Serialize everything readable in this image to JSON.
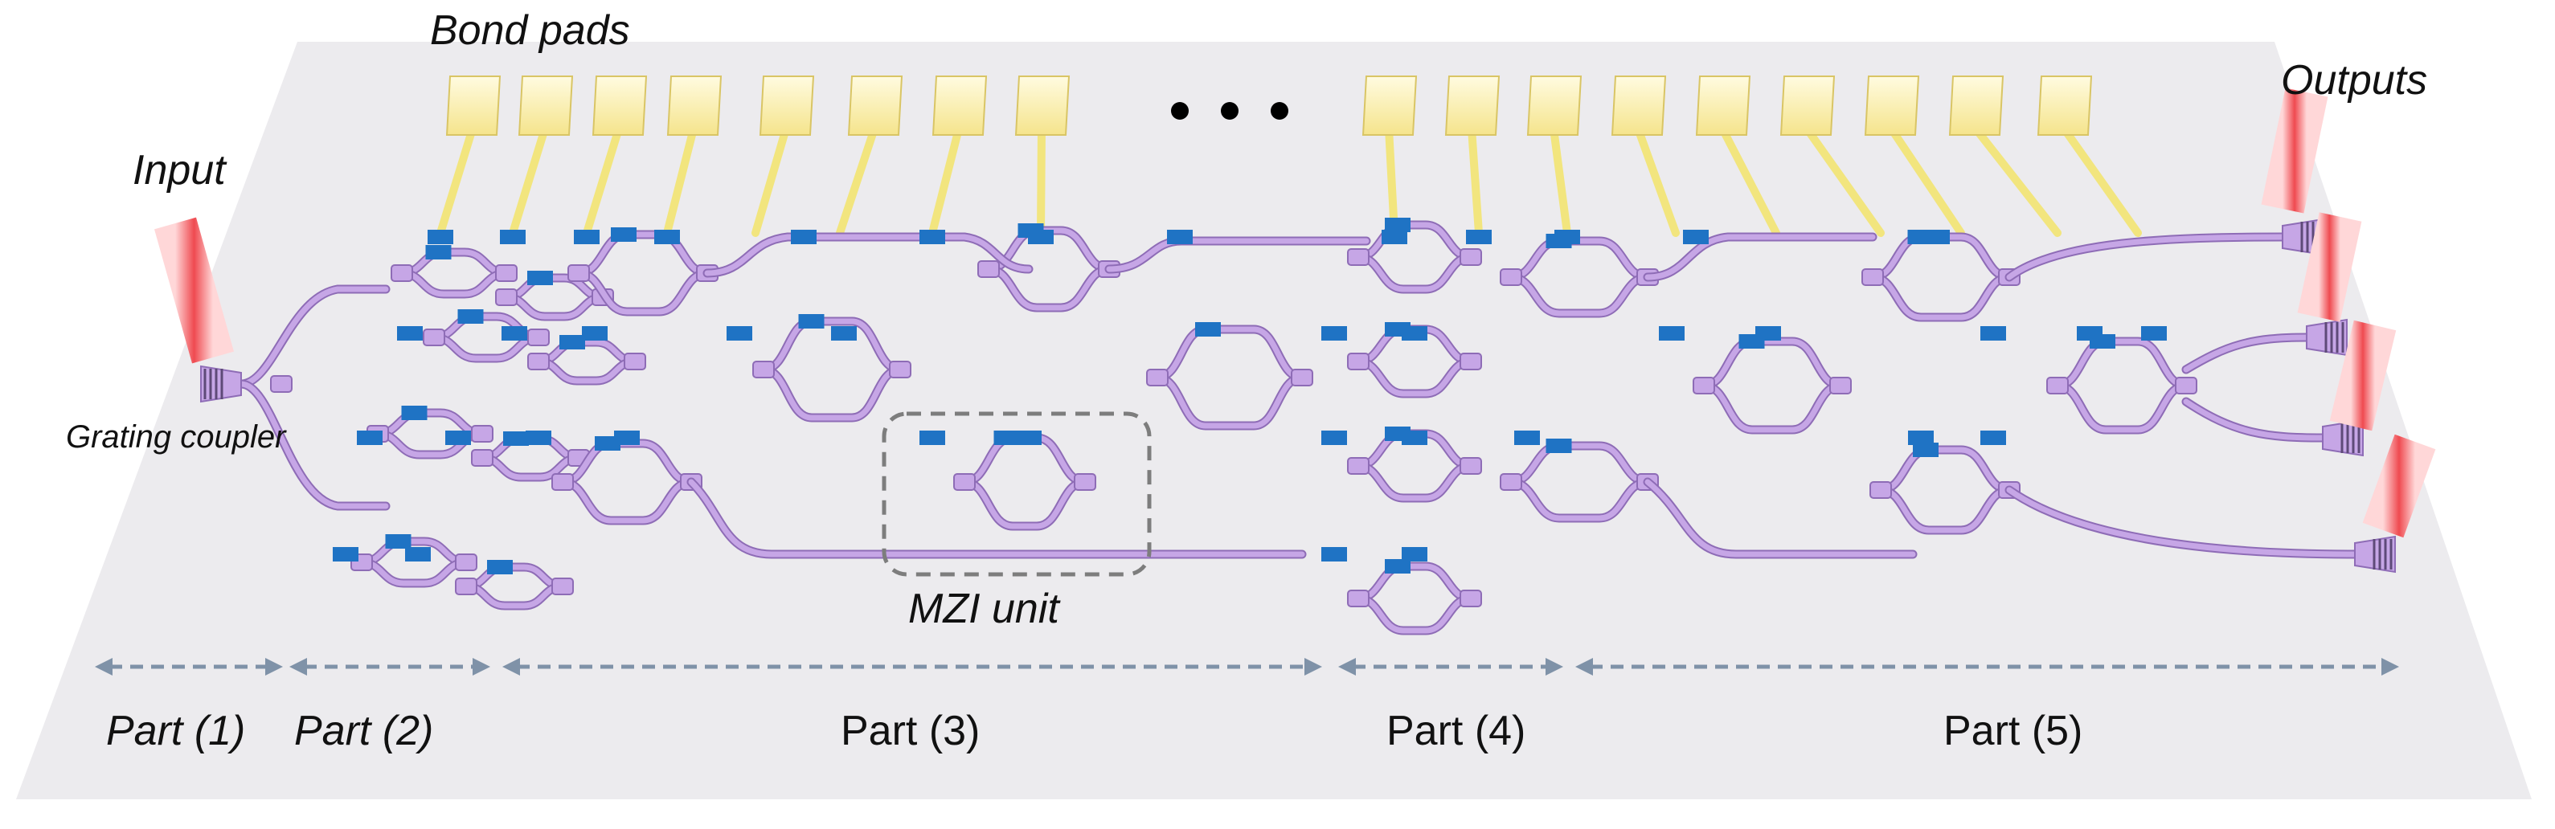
{
  "labels": {
    "bond_pads": "Bond pads",
    "outputs": "Outputs",
    "input": "Input",
    "grating_coupler": "Grating coupler",
    "mzi_unit": "MZI unit",
    "ellipsis": "• • •"
  },
  "parts": [
    {
      "label": "Part (1)",
      "italic": true
    },
    {
      "label": "Part (2)",
      "italic": true
    },
    {
      "label": "Part (3)",
      "italic": false
    },
    {
      "label": "Part (4)",
      "italic": false
    },
    {
      "label": "Part (5)",
      "italic": false
    }
  ],
  "colors": {
    "chip": "#ecebee",
    "waveguide": "#c6a6e6",
    "waveguide_edge": "#8e6cb6",
    "heater": "#1f73c4",
    "pad": "#f8eda6",
    "pad_wire": "#f2e57e",
    "laser": "#ef4a50",
    "arrow": "#7f92a8",
    "dashed_box": "#7d7d7d"
  }
}
